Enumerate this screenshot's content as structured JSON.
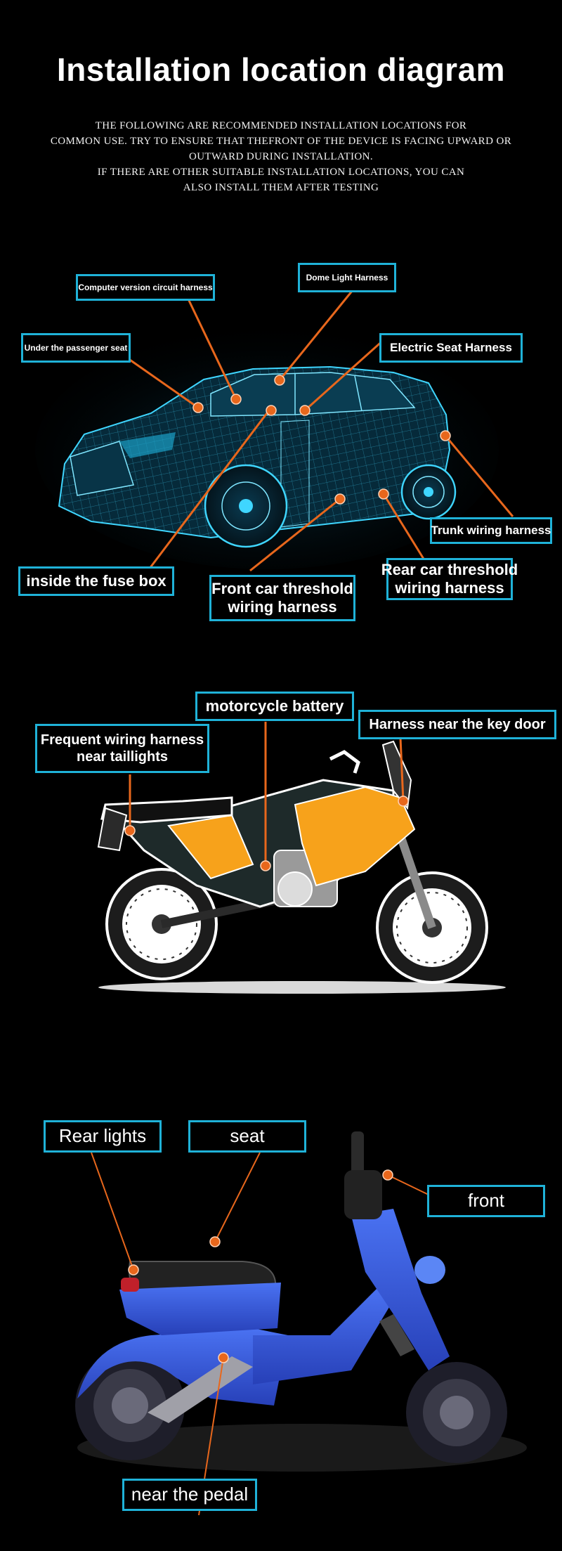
{
  "header": {
    "title": "Installation location diagram",
    "intro_lines": [
      "THE FOLLOWING ARE RECOMMENDED INSTALLATION LOCATIONS FOR",
      "COMMON USE. TRY TO ENSURE THAT THEFRONT OF THE DEVICE IS FACING UPWARD OR",
      "OUTWARD DURING INSTALLATION.",
      "IF THERE ARE OTHER SUITABLE INSTALLATION LOCATIONS, YOU CAN",
      "ALSO INSTALL THEM AFTER TESTING"
    ]
  },
  "colors": {
    "background": "#000000",
    "callout_border": "#1fb2d8",
    "leader_line": "#e8671c",
    "car_wireframe": "#3fd6ff",
    "motorcycle_accent": "#f7a21b",
    "scooter_body": "#3a63e8"
  },
  "car": {
    "labels": {
      "computer_harness": "Computer version circuit harness",
      "dome_light": "Dome Light Harness",
      "passenger_seat": "Under the passenger seat",
      "electric_seat": "Electric Seat Harness",
      "trunk": "Trunk wiring harness",
      "fuse_box": "inside the fuse box",
      "front_threshold_1": "Front car threshold",
      "front_threshold_2": "wiring harness",
      "rear_threshold_1": "Rear car threshold",
      "rear_threshold_2": "wiring harness"
    }
  },
  "motorcycle": {
    "labels": {
      "battery": "motorcycle battery",
      "taillights_1": "Frequent wiring harness",
      "taillights_2": "near taillights",
      "key_door": "Harness near the key door"
    }
  },
  "scooter": {
    "labels": {
      "rear_lights": "Rear lights",
      "seat": "seat",
      "front": "front",
      "pedal": "near the pedal"
    }
  }
}
